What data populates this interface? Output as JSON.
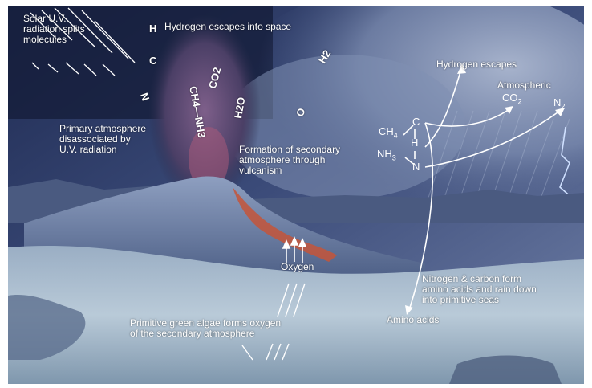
{
  "labels": {
    "uv": "Solar U.V.\nradiation splits\nmolecules",
    "hydrogen_space": "Hydrogen escapes into space",
    "primary": "Primary atmosphere\ndisassociated by\nU.V. radiation",
    "secondary": "Formation of secondary\natmosphere through\nvulcanism",
    "hydrogen_escapes": "Hydrogen escapes",
    "atmospheric": "Atmospheric",
    "oxygen": "Oxygen",
    "nitrogen_carbon": "Nitrogen & carbon form\namino acids and rain down\ninto primitive seas",
    "amino": "Amino acids",
    "algae": "Primitive green algae forms oxygen\nof the secondary atmosphere"
  },
  "plume": {
    "h": "H",
    "c": "C",
    "n": "N",
    "ch4nh3": "CH4—NH3",
    "co2": "CO2",
    "h2o": "H2O",
    "o": "O",
    "h2": "H2"
  },
  "formula": {
    "c": "C",
    "h": "H",
    "n": "N",
    "ch": "CH",
    "ch_sub": "4",
    "nh": "NH",
    "nh_sub": "3",
    "co": "CO",
    "co_sub": "2",
    "n2": "N",
    "n2_sub": "2"
  },
  "colors": {
    "sky_dark": "#1b2544",
    "cloud": "#8a9ab8",
    "lava": "#c4553a",
    "sea": "#9fb6c9",
    "text": "#ffffff"
  }
}
